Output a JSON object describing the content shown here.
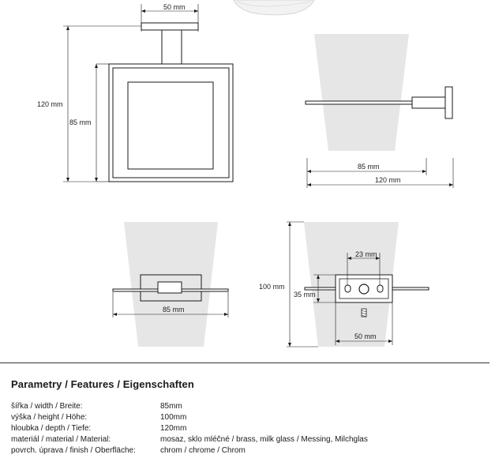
{
  "dimensions": {
    "front_top_width": "50 mm",
    "front_height_total": "120 mm",
    "front_height_body": "85 mm",
    "side_depth_85": "85 mm",
    "side_depth_120": "120 mm",
    "bottom_width": "85 mm",
    "back_height": "100 mm",
    "back_plate_height": "35 mm",
    "back_hole_spacing": "23 mm",
    "back_plate_width": "50 mm"
  },
  "specs": {
    "title": "Parametry / Features / Eigenschaften",
    "rows": [
      {
        "label": "šířka / width / Breite:",
        "value": "85mm"
      },
      {
        "label": "výška / height / Höhe:",
        "value": "100mm"
      },
      {
        "label": "hloubka / depth / Tiefe:",
        "value": "120mm"
      },
      {
        "label": "materiál / material / Material:",
        "value": "mosaz, sklo mléčné / brass, milk glass / Messing, Milchglas"
      },
      {
        "label": "povrch. úprava / finish / Oberfläche:",
        "value": "chrom / chrome / Chrom"
      }
    ]
  },
  "colors": {
    "glass": "#e6e6e6",
    "line": "#1a1a1a",
    "chrome_shadow": "#cfcfcf"
  }
}
